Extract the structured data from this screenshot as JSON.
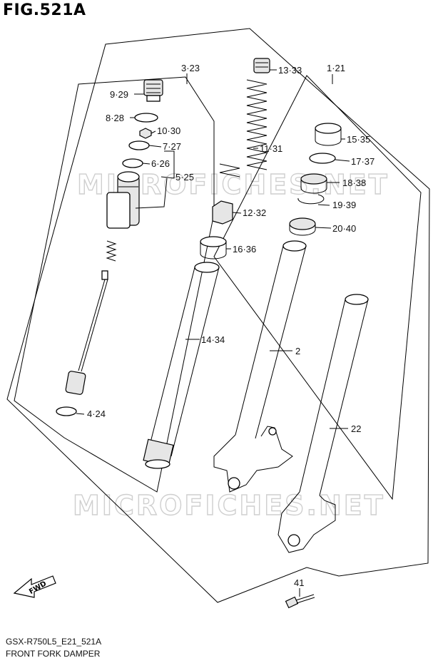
{
  "figure_title": "FIG.521A",
  "footer": {
    "code": "GSX-R750L5_E21_521A",
    "name": "FRONT FORK DAMPER"
  },
  "watermark": [
    "MICROFICHES.NET",
    "MICROFICHES.NET"
  ],
  "fwd_label": "FWD",
  "callouts": {
    "p3_23": "3·23",
    "p9_29": "9·29",
    "p8_28": "8·28",
    "p10_30": "10·30",
    "p7_27": "7·27",
    "p6_26": "6·26",
    "p5_25": "5·25",
    "p4_24": "4·24",
    "p13_33": "13·33",
    "p11_31": "11·31",
    "p12_32": "12·32",
    "p16_36": "16·36",
    "p14_34": "14·34",
    "p1_21": "1·21",
    "p15_35": "15·35",
    "p17_37": "17·37",
    "p18_38": "18·38",
    "p19_39": "19·39",
    "p20_40": "20·40",
    "p2": "2",
    "p22": "22",
    "p41": "41"
  }
}
